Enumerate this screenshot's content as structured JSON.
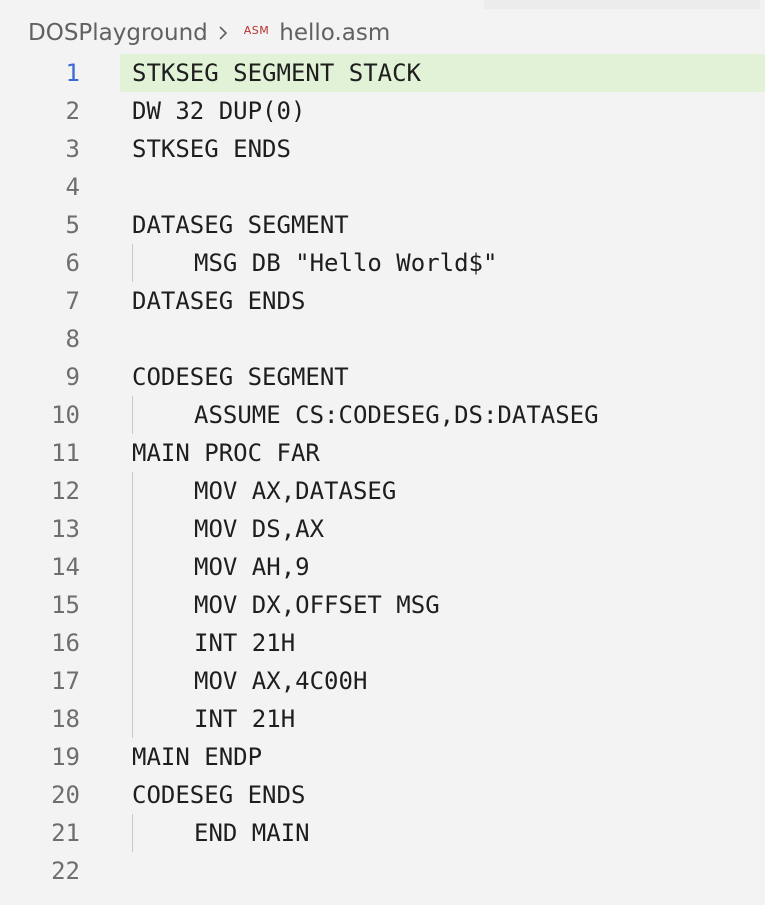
{
  "breadcrumb": {
    "folder": "DOSPlayground",
    "separator_icon": "chevron-right-icon",
    "file_icon_label": "ASM",
    "file_name": "hello.asm"
  },
  "editor": {
    "current_line": 1,
    "lines": [
      {
        "number": "1",
        "text": "STKSEG SEGMENT STACK",
        "indent": false
      },
      {
        "number": "2",
        "text": "DW 32 DUP(0)",
        "indent": false
      },
      {
        "number": "3",
        "text": "STKSEG ENDS",
        "indent": false
      },
      {
        "number": "4",
        "text": "",
        "indent": false
      },
      {
        "number": "5",
        "text": "DATASEG SEGMENT",
        "indent": false
      },
      {
        "number": "6",
        "text": "MSG DB \"Hello World$\"",
        "indent": true
      },
      {
        "number": "7",
        "text": "DATASEG ENDS",
        "indent": false
      },
      {
        "number": "8",
        "text": "",
        "indent": false
      },
      {
        "number": "9",
        "text": "CODESEG SEGMENT",
        "indent": false
      },
      {
        "number": "10",
        "text": "ASSUME CS:CODESEG,DS:DATASEG",
        "indent": true
      },
      {
        "number": "11",
        "text": "MAIN PROC FAR",
        "indent": false
      },
      {
        "number": "12",
        "text": "MOV AX,DATASEG",
        "indent": true
      },
      {
        "number": "13",
        "text": "MOV DS,AX",
        "indent": true
      },
      {
        "number": "14",
        "text": "MOV AH,9",
        "indent": true
      },
      {
        "number": "15",
        "text": "MOV DX,OFFSET MSG",
        "indent": true
      },
      {
        "number": "16",
        "text": "INT 21H",
        "indent": true
      },
      {
        "number": "17",
        "text": "MOV AX,4C00H",
        "indent": true
      },
      {
        "number": "18",
        "text": "INT 21H",
        "indent": true
      },
      {
        "number": "19",
        "text": "MAIN ENDP",
        "indent": false
      },
      {
        "number": "20",
        "text": "CODESEG ENDS",
        "indent": false
      },
      {
        "number": "21",
        "text": "END MAIN",
        "indent": true
      },
      {
        "number": "22",
        "text": "",
        "indent": false
      }
    ]
  },
  "colors": {
    "background": "#f3f3f3",
    "current_line_highlight": "#e2f2d7",
    "line_number": "#6e6e6e",
    "current_line_number": "#3b6bd2",
    "text": "#1e1e1e",
    "file_icon": "#b5312f"
  }
}
